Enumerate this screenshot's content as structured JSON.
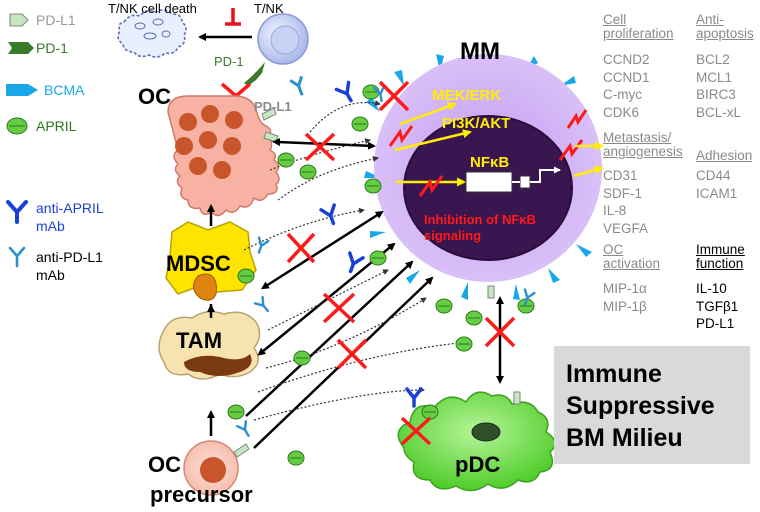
{
  "legend": {
    "pd_l1": "PD-L1",
    "pd_1": "PD-1",
    "bcma": "BCMA",
    "april": "APRIL",
    "anti_april_mab": [
      "anti-APRIL",
      "mAb"
    ],
    "anti_pdl1_mab": [
      "anti-PD-L1",
      "mAb"
    ]
  },
  "top": {
    "tnk_death": "T/NK cell death",
    "tnk": "T/NK",
    "pd1_label": "PD-1",
    "pdl1_label": "PD-L1"
  },
  "cells": {
    "oc": "OC",
    "mdsc": "MDSC",
    "tam": "TAM",
    "oc_precursor": [
      "OC",
      "precursor"
    ],
    "pdc": "pDC",
    "mm": "MM"
  },
  "mm_internal": {
    "pathway1": "MEK/ERK",
    "pathway2": "PI3K/AKT",
    "nfkb": "NFκB",
    "inhibition": [
      "Inhibition of NFκB",
      "signaling"
    ]
  },
  "gene_categories": {
    "cell_proliferation": {
      "title": [
        "Cell",
        "proliferation"
      ],
      "genes": [
        "CCND2",
        "CCND1",
        "C-myc",
        "CDK6"
      ]
    },
    "anti_apoptosis": {
      "title": [
        "Anti-",
        "apoptosis"
      ],
      "genes": [
        "BCL2",
        "MCL1",
        "BIRC3",
        "BCL-xL"
      ]
    },
    "metastasis": {
      "title": [
        "Metastasis/",
        "angiogenesis"
      ],
      "genes": [
        "CD31",
        "SDF-1",
        "IL-8",
        "VEGFA"
      ]
    },
    "adhesion": {
      "title": [
        "Adhesion"
      ],
      "genes": [
        "CD44",
        "ICAM1"
      ]
    },
    "oc_activation": {
      "title": [
        "OC",
        "activation"
      ],
      "genes": [
        "MIP-1α",
        "MIP-1β"
      ]
    },
    "immune_function": {
      "title": [
        "Immune",
        "function"
      ],
      "genes": [
        "IL-10",
        "TGFβ1",
        "PD-L1"
      ]
    }
  },
  "milieu": [
    "Immune",
    "Suppressive",
    "BM Milieu"
  ],
  "colors": {
    "mm_cell": "#c9a6f5",
    "mm_nucleus": "#3a1650",
    "oc_cell": "#f7b2a3",
    "oc_nuclei": "#c8562a",
    "mdsc_cell": "#ffe400",
    "tam_cell": "#f7e3b0",
    "pdc_cell": "#7ee55a",
    "bcma": "#1aa7e8",
    "april": "#66cc44",
    "inhibit_x": "#ff1a1a",
    "anti_april": "#1a40d8",
    "anti_pdl1": "#2a90d0"
  }
}
